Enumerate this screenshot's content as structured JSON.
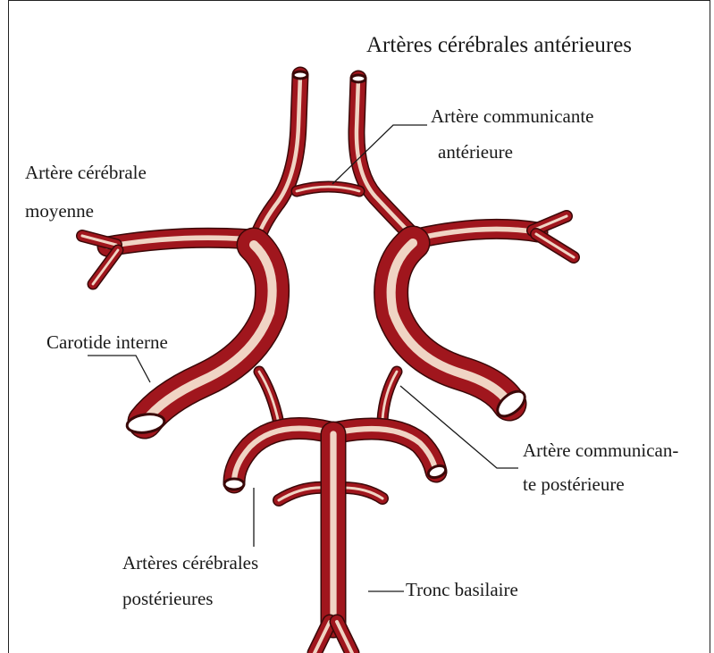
{
  "labels": {
    "anterior_cerebral": "Artères cérébrales antérieures",
    "anterior_communicating_1": "Artère communicante",
    "anterior_communicating_2": "antérieure",
    "middle_cerebral_1": "Artère cérébrale",
    "middle_cerebral_2": "moyenne",
    "internal_carotid": "Carotide interne",
    "posterior_communicating_1": "Artère communican-",
    "posterior_communicating_2": "te postérieure",
    "posterior_cerebral_1": "Artères cérébrales",
    "posterior_cerebral_2": "postérieures",
    "basilar_trunk": "Tronc basilaire"
  },
  "colors": {
    "artery_outline": "#3a0808",
    "artery_fill": "#a0161d",
    "artery_highlight": "#f0d4c4",
    "leader_line": "#1a1a1a",
    "background": "#ffffff"
  }
}
